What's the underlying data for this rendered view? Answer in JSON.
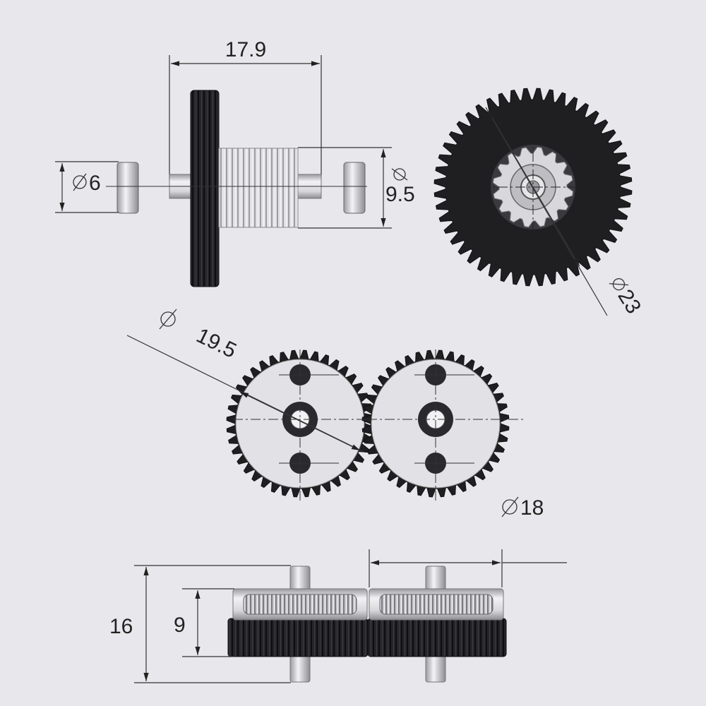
{
  "labels": {
    "shaft_length": "17.9",
    "bearing_diameter": "6",
    "pinion_diameter": "9.5",
    "big_gear_diameter": "23",
    "drive_gear_diameter": "19.5",
    "idler_diameter": "18",
    "total_height": "16",
    "gear_height": "9"
  },
  "colors": {
    "background": "#e8e8ec",
    "gear_dark": "#1f1f22",
    "metal_light": "#dcdcdf",
    "line": "#333333"
  }
}
